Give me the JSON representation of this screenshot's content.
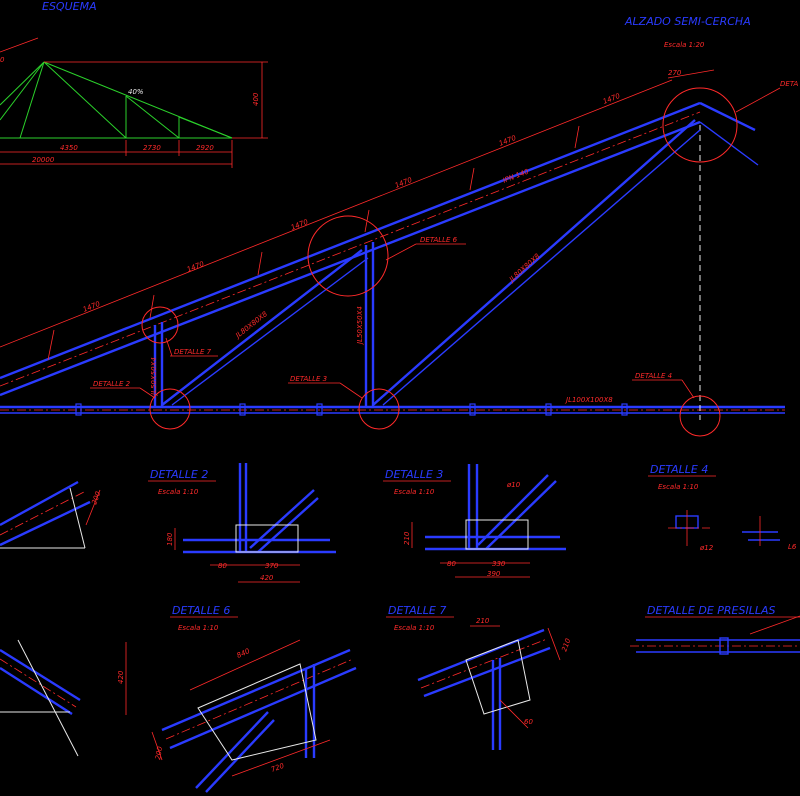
{
  "overview": {
    "title": "ESQUEMA",
    "slope": "40%",
    "height": "400",
    "segments": [
      "4350",
      "2730",
      "2920"
    ],
    "total": "20000"
  },
  "elevation": {
    "title": "ALZADO SEMI-CERCHA",
    "scale": "Escala 1:20",
    "top_panels": [
      "1470",
      "1470",
      "1470",
      "1470",
      "1470",
      "1470"
    ],
    "ridge_dim": "270",
    "top_chord_label": "IPN 140",
    "bottom_chord_label": "JL100X100X8",
    "diag_left": "JL80X80X8",
    "diag_mid": "JL50X50X4",
    "diag_right": "JL80X80X8",
    "vert_left": "JL50X50X4",
    "callouts": {
      "d2": "DETALLE 2",
      "d3": "DETALLE 3",
      "d4": "DETALLE 4",
      "d6": "DETALLE 6",
      "d7": "DETALLE 7",
      "d_top": "DETA"
    }
  },
  "details": {
    "d2": {
      "title": "DETALLE 2",
      "scale": "Escala 1:10",
      "h": "180",
      "a": "80",
      "b": "370",
      "c": "420"
    },
    "d3": {
      "title": "DETALLE 3",
      "scale": "Escala 1:10",
      "h": "210",
      "a": "80",
      "b": "330",
      "c": "390",
      "bolt": "ø10"
    },
    "d4": {
      "title": "DETALLE 4",
      "scale": "Escala 1:10",
      "bolt": "ø12",
      "side": "L6"
    },
    "d6": {
      "title": "DETALLE 6",
      "scale": "Escala 1:10",
      "a": "840",
      "b": "720",
      "c": "200"
    },
    "d7": {
      "title": "DETALLE 7",
      "scale": "Escala 1:10",
      "a": "210",
      "b": "60",
      "c": "210"
    },
    "presillas": {
      "title": "DETALLE DE PRESILLAS"
    },
    "left_partial": {
      "a": "420",
      "b": "200"
    }
  }
}
